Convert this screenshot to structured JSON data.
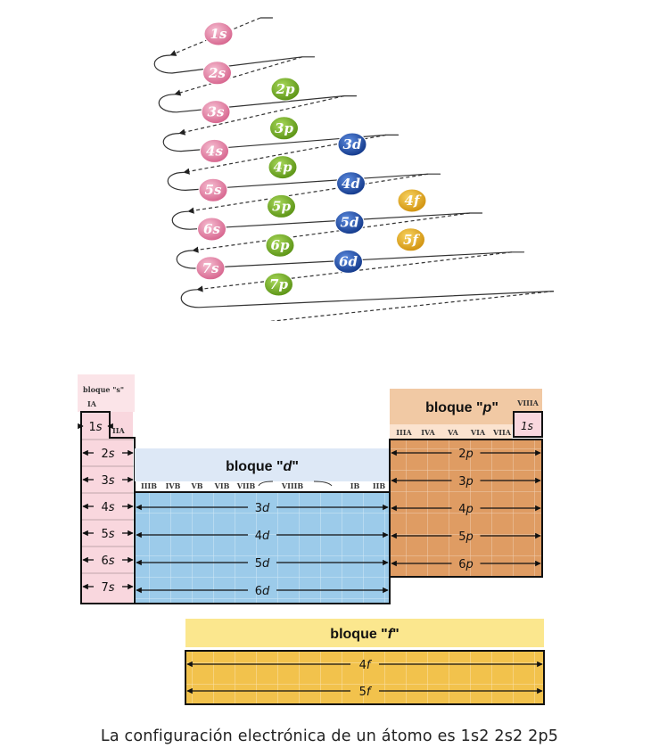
{
  "diagram_title": "",
  "aufbau": {
    "orbitals": [
      {
        "label": "1s",
        "type": "s"
      },
      {
        "label": "2s",
        "type": "s"
      },
      {
        "label": "2p",
        "type": "p"
      },
      {
        "label": "3s",
        "type": "s"
      },
      {
        "label": "3p",
        "type": "p"
      },
      {
        "label": "3d",
        "type": "d"
      },
      {
        "label": "4s",
        "type": "s"
      },
      {
        "label": "4p",
        "type": "p"
      },
      {
        "label": "4d",
        "type": "d"
      },
      {
        "label": "4f",
        "type": "f"
      },
      {
        "label": "5s",
        "type": "s"
      },
      {
        "label": "5p",
        "type": "p"
      },
      {
        "label": "5d",
        "type": "d"
      },
      {
        "label": "5f",
        "type": "f"
      },
      {
        "label": "6s",
        "type": "s"
      },
      {
        "label": "6p",
        "type": "p"
      },
      {
        "label": "6d",
        "type": "d"
      },
      {
        "label": "7s",
        "type": "s"
      },
      {
        "label": "7p",
        "type": "p"
      }
    ],
    "colors": {
      "s": "#e486a8",
      "p": "#78b42a",
      "d": "#1f52b0",
      "f": "#e6aa1c"
    }
  },
  "table": {
    "s_block": {
      "title": "bloque \"s\"",
      "group_1": "IA",
      "group_2": "IIA",
      "rows": [
        "1s",
        "2s",
        "3s",
        "4s",
        "5s",
        "6s",
        "7s"
      ],
      "color": "#f9d7de"
    },
    "d_block": {
      "title_prefix": "bloque \"",
      "title_letter": "d",
      "title_suffix": "\"",
      "groups": [
        "IIIB",
        "IVB",
        "VB",
        "VIB",
        "VIIB",
        "VIIIB",
        "IB",
        "IIB"
      ],
      "rows": [
        "3d",
        "4d",
        "5d",
        "6d"
      ],
      "color": "#9ccbea",
      "header_color": "#dde8f6"
    },
    "p_block": {
      "title_prefix": "bloque \"",
      "title_letter": "p",
      "title_suffix": "\"",
      "group_last": "VIIIA",
      "groups": [
        "IIIA",
        "IVA",
        "VA",
        "VIA",
        "VIIA"
      ],
      "he_label": "1s",
      "rows": [
        "2p",
        "3p",
        "4p",
        "5p",
        "6p"
      ],
      "color": "#df9c63",
      "header_color": "#f1c9a4"
    },
    "f_block": {
      "title_prefix": "bloque \"",
      "title_letter": "f",
      "title_suffix": "\"",
      "rows": [
        "4f",
        "5f"
      ],
      "color": "#f2c24c",
      "header_color": "#fbe78e"
    }
  },
  "caption": "La configuración electrónica de un átomo es 1s2  2s2  2p5"
}
